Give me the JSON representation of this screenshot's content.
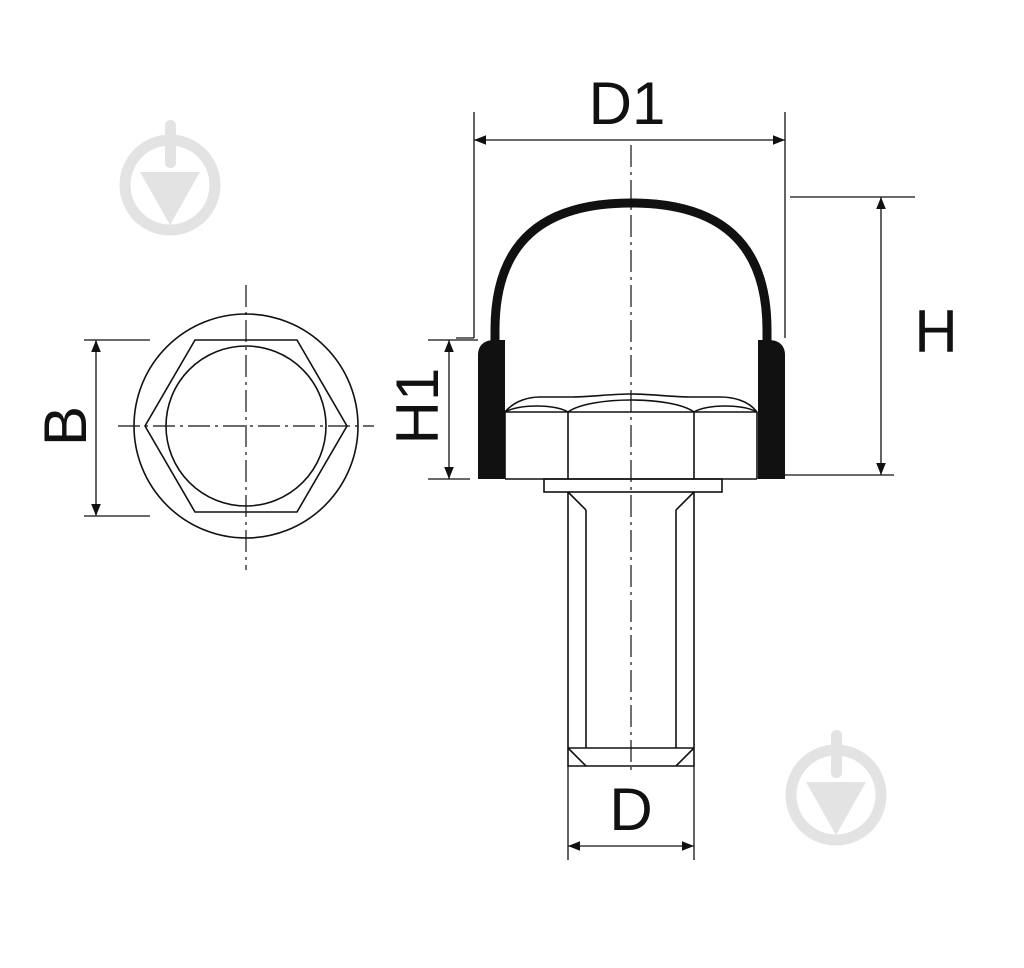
{
  "labels": {
    "d1": "D1",
    "h": "H",
    "h1": "H1",
    "b": "B",
    "d": "D"
  },
  "watermark_icon": "pen-nib-logo"
}
